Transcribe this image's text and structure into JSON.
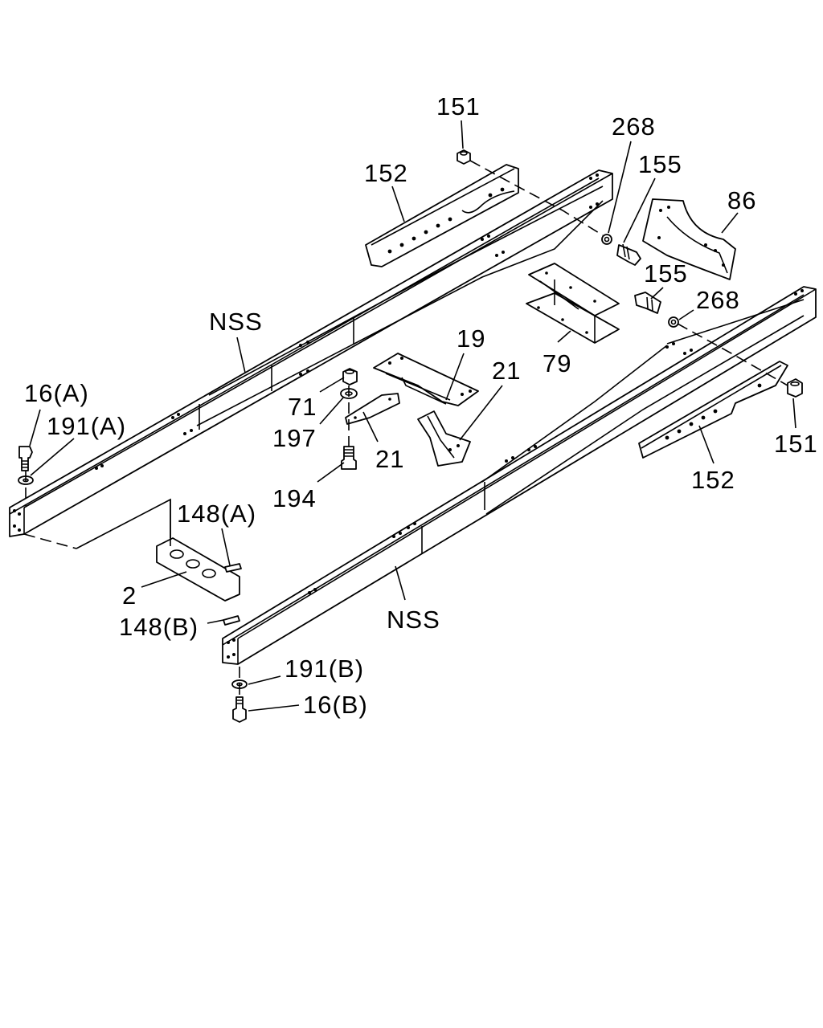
{
  "diagram": {
    "labels": {
      "p151_top": "151",
      "p268_top": "268",
      "p155_top": "155",
      "p152_top": "152",
      "p86": "86",
      "p155_mid": "155",
      "p268_mid": "268",
      "nss_left": "NSS",
      "p19": "19",
      "p21_right": "21",
      "p79": "79",
      "p16a": "16(A)",
      "p191a": "191(A)",
      "p71": "71",
      "p197": "197",
      "p21_left": "21",
      "p151_right": "151",
      "p194": "194",
      "p152_right": "152",
      "p148a": "148(A)",
      "p2": "2",
      "p148b": "148(B)",
      "nss_right": "NSS",
      "p191b": "191(B)",
      "p16b": "16(B)"
    }
  }
}
